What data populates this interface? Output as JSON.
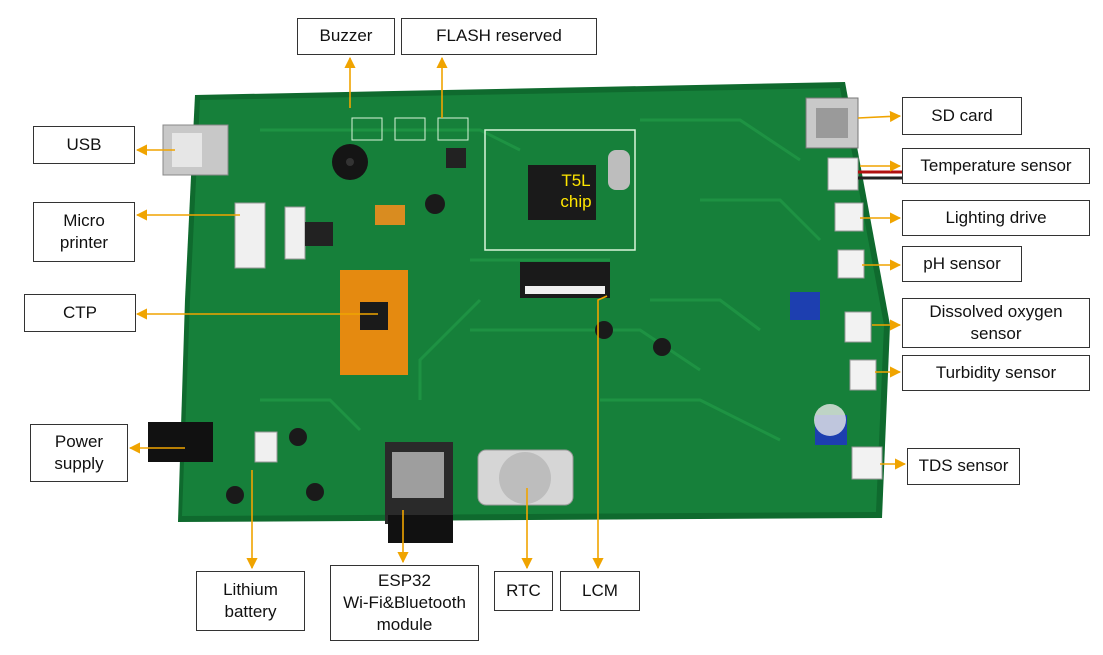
{
  "colors": {
    "pcb": "#16803a",
    "pcb_edge": "#0f6a2e",
    "trace": "#1f9545",
    "arrow": "#f0a400",
    "chip_text": "#ffe600"
  },
  "labels": {
    "buzzer": "Buzzer",
    "flash": "FLASH reserved",
    "sd_card": "SD card",
    "usb": "USB",
    "temperature": "Temperature sensor",
    "lighting": "Lighting drive",
    "micro_printer": "Micro\nprinter",
    "ph": "pH sensor",
    "ctp": "CTP",
    "dissolved_oxygen": "Dissolved oxygen\nsensor",
    "turbidity": "Turbidity sensor",
    "power_supply": "Power\nsupply",
    "tds": "TDS sensor",
    "lithium": "Lithium\nbattery",
    "esp32": "ESP32\nWi-Fi&Bluetooth\nmodule",
    "rtc": "RTC",
    "lcm": "LCM",
    "t5l_chip": "T5L\nchip"
  }
}
